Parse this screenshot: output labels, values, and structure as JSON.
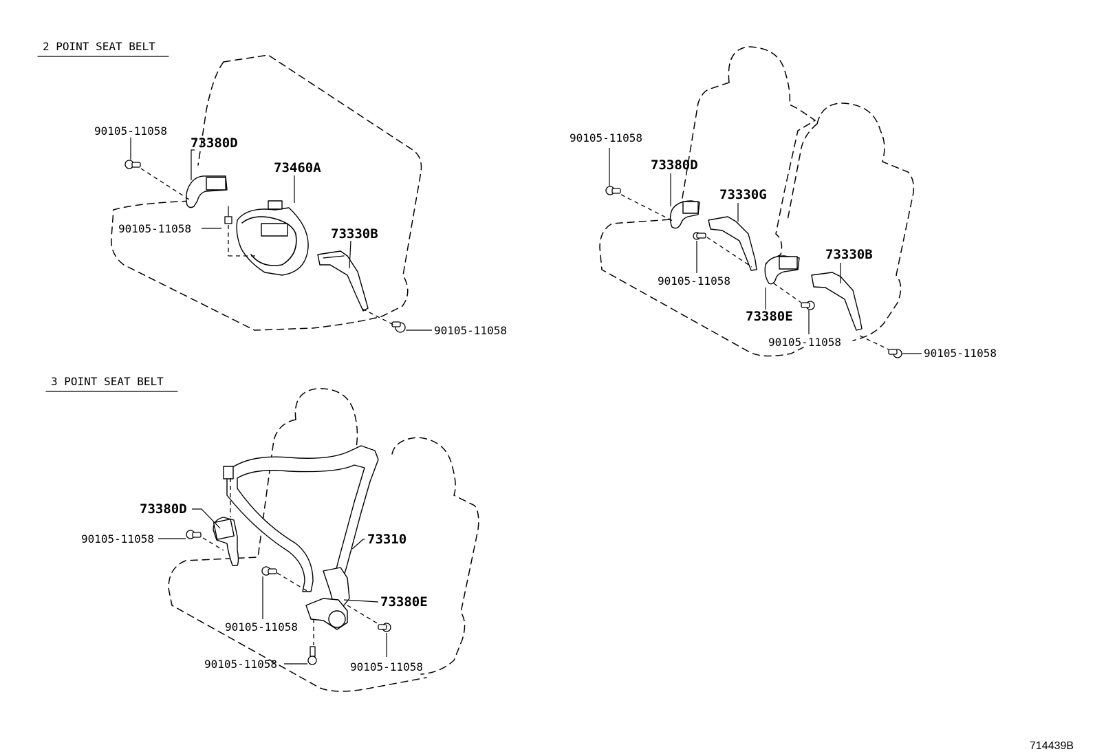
{
  "sections": {
    "two_point": "2 POINT SEAT BELT",
    "three_point": "3 POINT SEAT BELT"
  },
  "parts": {
    "bolt": "90105-11058",
    "buckle_d": "73380D",
    "buckle_e": "73380E",
    "belt_460a": "73460A",
    "belt_330b": "73330B",
    "belt_330g": "73330G",
    "belt_310": "73310"
  },
  "diagram_ref": "714439B"
}
